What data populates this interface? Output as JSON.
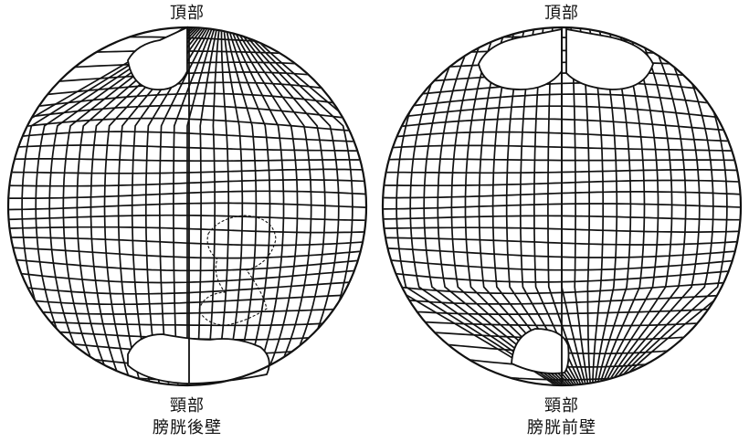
{
  "colors": {
    "ink": "#111111",
    "paper": "#ffffff"
  },
  "figures": [
    {
      "id": "left",
      "top_label": "頂部",
      "bottom_label": "頸部",
      "caption": "膀胱後壁"
    },
    {
      "id": "right",
      "top_label": "頂部",
      "bottom_label": "頸部",
      "caption": "膀胱前壁"
    }
  ]
}
